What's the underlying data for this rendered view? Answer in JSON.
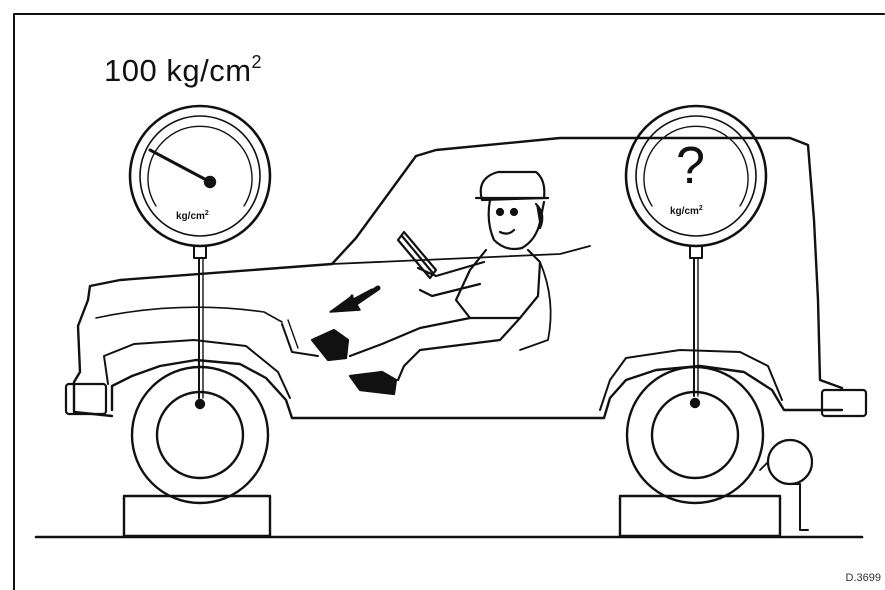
{
  "front_gauge": {
    "reading_number": "100",
    "reading_unit": "kg/cm",
    "reading_exponent": "2",
    "dial_unit": "kg/cm",
    "dial_exponent": "2"
  },
  "rear_gauge": {
    "reading": "?",
    "dial_unit": "kg/cm",
    "dial_exponent": "2"
  },
  "figure_id": "D.3699",
  "colors": {
    "ink": "#111111",
    "paper": "#ffffff"
  },
  "icons": [
    "front-pressure-gauge",
    "rear-pressure-gauge",
    "vehicle-outline",
    "driver-figure",
    "brake-pedal-arrow",
    "bleeder-bottle"
  ]
}
